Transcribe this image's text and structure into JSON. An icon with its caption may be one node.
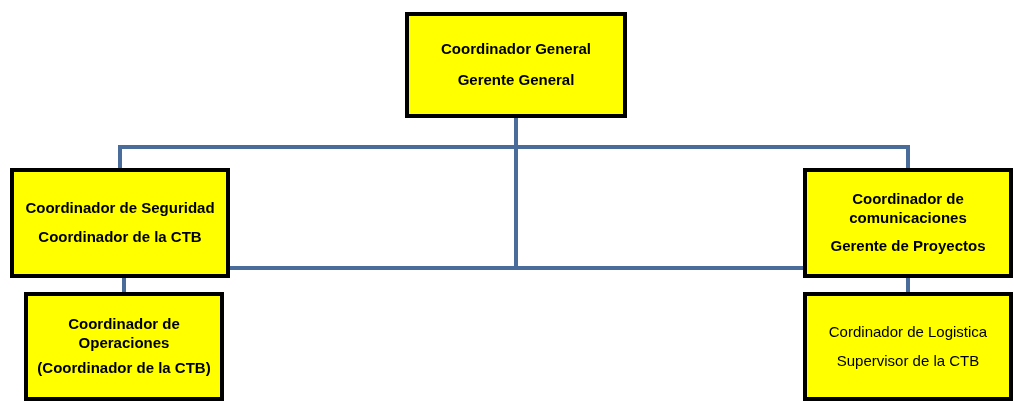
{
  "diagram": {
    "nodes": [
      {
        "text": [
          "Coordinador General",
          "Gerente General"
        ]
      },
      {
        "text": [
          "Coordinador de Seguridad",
          "Coordinador de la CTB"
        ]
      },
      {
        "text": [
          "Coordinador de comunicaciones",
          "Gerente de Proyectos"
        ]
      },
      {
        "text": [
          "Coordinador de Operaciones",
          "(Coordinador de la CTB)"
        ]
      },
      {
        "text": [
          "Cordinador de Logistica",
          "Supervisor de la CTB"
        ]
      }
    ],
    "edges": [
      {
        "from": 0,
        "to": 1,
        "arrow": "none"
      },
      {
        "from": 0,
        "to": 2,
        "arrow": "none"
      },
      {
        "from": 0,
        "to": 1,
        "arrow": "none"
      },
      {
        "from": 0,
        "to": 2,
        "arrow": "none"
      },
      {
        "from": 1,
        "to": 3,
        "arrow": "none"
      },
      {
        "from": 2,
        "to": 4,
        "arrow": "none"
      }
    ]
  }
}
